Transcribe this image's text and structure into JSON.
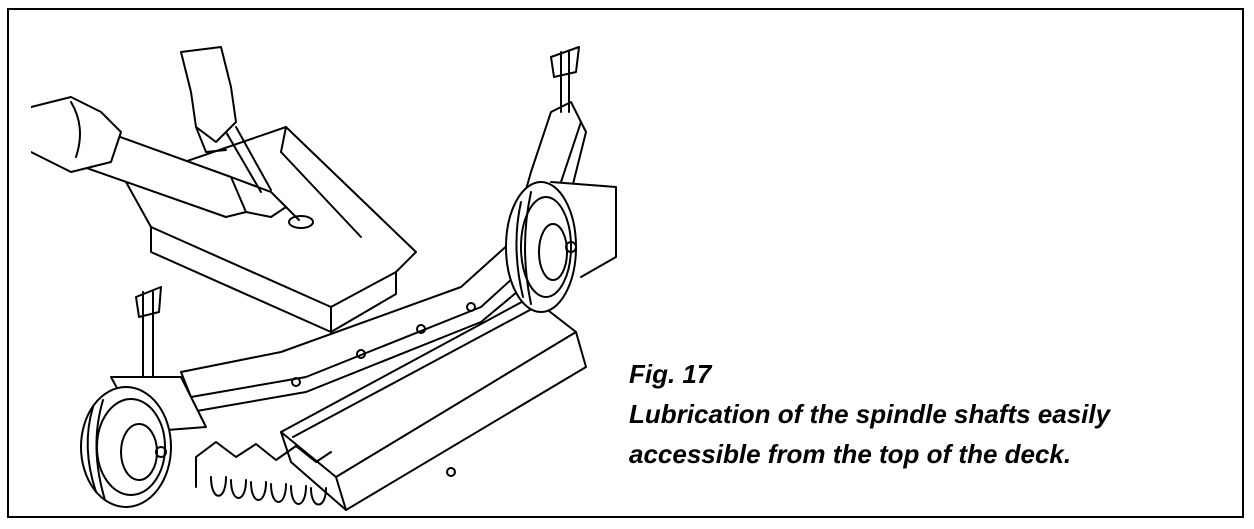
{
  "figure": {
    "label": "Fig. 17",
    "caption_lines": [
      "Lubrication of the spindle shafts easily",
      "accessible from the top of the deck."
    ]
  },
  "colors": {
    "ink": "#000000",
    "background": "#ffffff"
  },
  "icons": {
    "illustration": "mower-deck-grease-gun-line-drawing"
  }
}
